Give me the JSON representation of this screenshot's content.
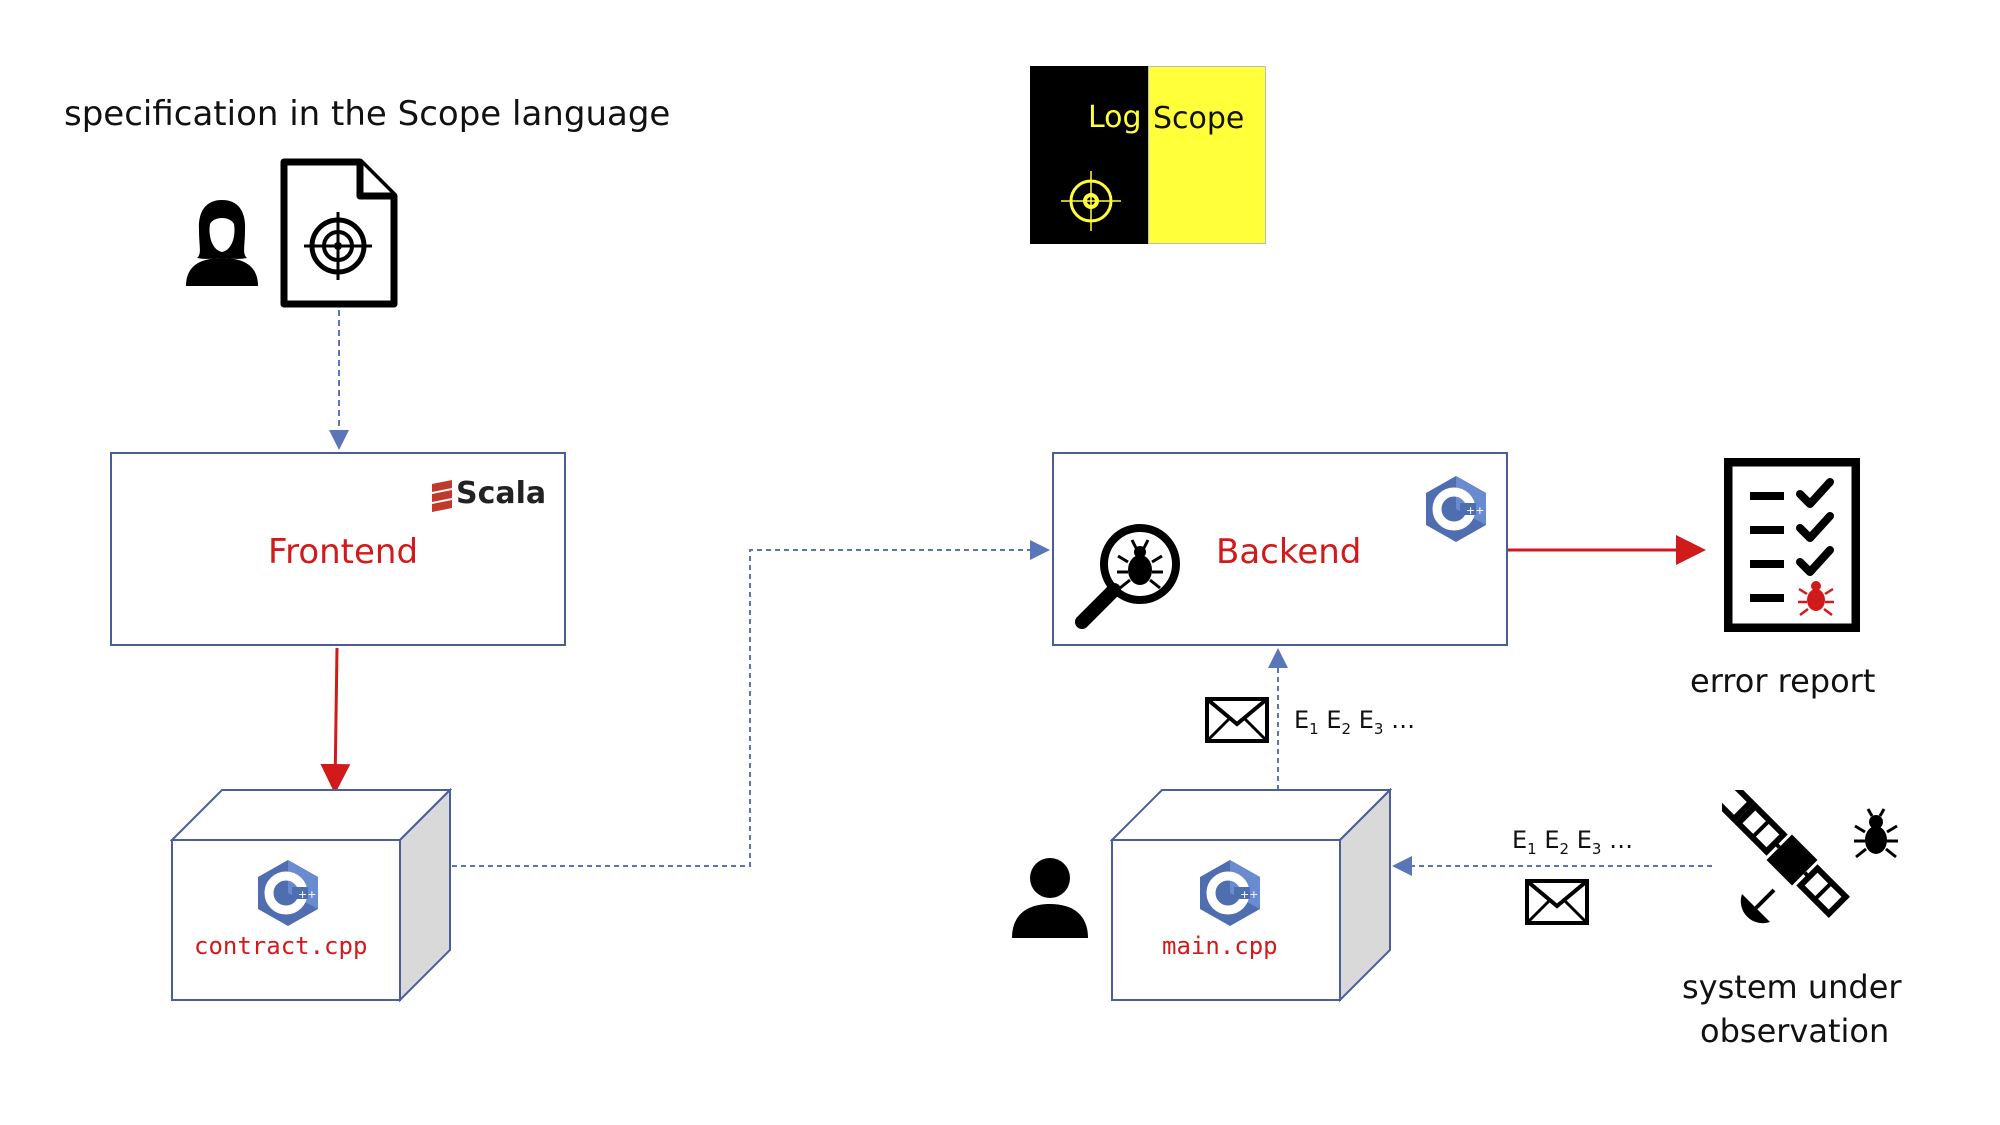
{
  "spec_label": "specification in the Scope language",
  "logo": {
    "left_text": "Log",
    "right_text": "Scope",
    "colors": {
      "dark": "#000000",
      "accent": "#ffff3a"
    }
  },
  "frontend": {
    "title": "Frontend",
    "badge": "Scala"
  },
  "backend": {
    "title": "Backend"
  },
  "contract_file": "contract.cpp",
  "main_file": "main.cpp",
  "events_label": "E1 E2 E3 …",
  "events_tokens": [
    {
      "base": "E",
      "sub": "1"
    },
    {
      "base": "E",
      "sub": "2"
    },
    {
      "base": "E",
      "sub": "3"
    }
  ],
  "events_ellipsis": "…",
  "error_report_label": "error report",
  "sut_label_line1": "system under",
  "sut_label_line2": "observation",
  "icons": [
    "user-female-icon",
    "target-document-icon",
    "scala-logo-icon",
    "cpp-logo-icon",
    "bug-magnifier-icon",
    "checklist-report-icon",
    "envelope-icon",
    "user-icon",
    "satellite-icon",
    "bug-icon",
    "crosshair-icon"
  ],
  "colors": {
    "red": "#d11a1a",
    "blue": "#5b76b8",
    "box_border": "#4a5f9a",
    "cube_side": "#d9d9d9",
    "cpp_blue": "#4f6eb0"
  }
}
